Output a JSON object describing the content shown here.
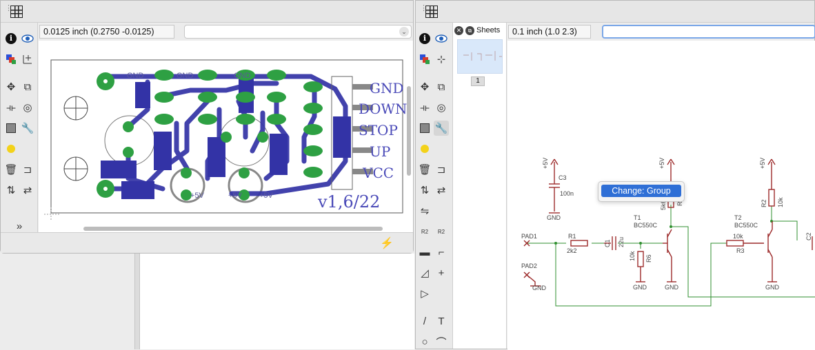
{
  "board": {
    "coordinate": "0.0125 inch (0.2750 -0.0125)",
    "command_value": "",
    "pcb_text": {
      "connector_labels": [
        "GND",
        "DOWN",
        "STOP",
        "UP",
        "VCC"
      ],
      "version": "v1,6/22",
      "gnd_labels": [
        "GND",
        "GND",
        "GND"
      ],
      "vcc_labels": [
        "+5V",
        "+5V",
        "+5V"
      ]
    }
  },
  "schematic": {
    "coordinate": "0.1 inch (1.0 2.3)",
    "command_value": "",
    "sheets_label": "Sheets",
    "sheet_number": "1",
    "context_menu": {
      "item": "Change: Group"
    },
    "parts": {
      "c3": {
        "name": "C3",
        "value": "100n",
        "supply": "+5V",
        "gnd": "GND"
      },
      "pad1": "PAD1",
      "pad2": "PAD2",
      "pad2_gnd": "GND",
      "r1": {
        "name": "R1",
        "value": "2k2"
      },
      "c1": {
        "name": "C1",
        "value": "22u"
      },
      "r6": {
        "name": "R6",
        "value": "10k",
        "gnd": "GND"
      },
      "r5": {
        "name": "R5",
        "value": "5k6",
        "supply": "+5V"
      },
      "t1": {
        "name": "T1",
        "value": "BC550C",
        "gnd": "GND"
      },
      "r3": {
        "name": "R3",
        "value": "10k"
      },
      "t2": {
        "name": "T2",
        "value": "BC550C",
        "gnd": "GND"
      },
      "r2": {
        "name": "R2",
        "value": "10k",
        "supply": "+5V"
      },
      "c2": {
        "name": "C2"
      }
    }
  },
  "colors": {
    "pcb_copper": "#3333a6",
    "pcb_pad": "#2ea043",
    "sch_part": "#9c2a2a",
    "sch_net": "#2f8f2f",
    "accent": "#2f6fd6"
  }
}
